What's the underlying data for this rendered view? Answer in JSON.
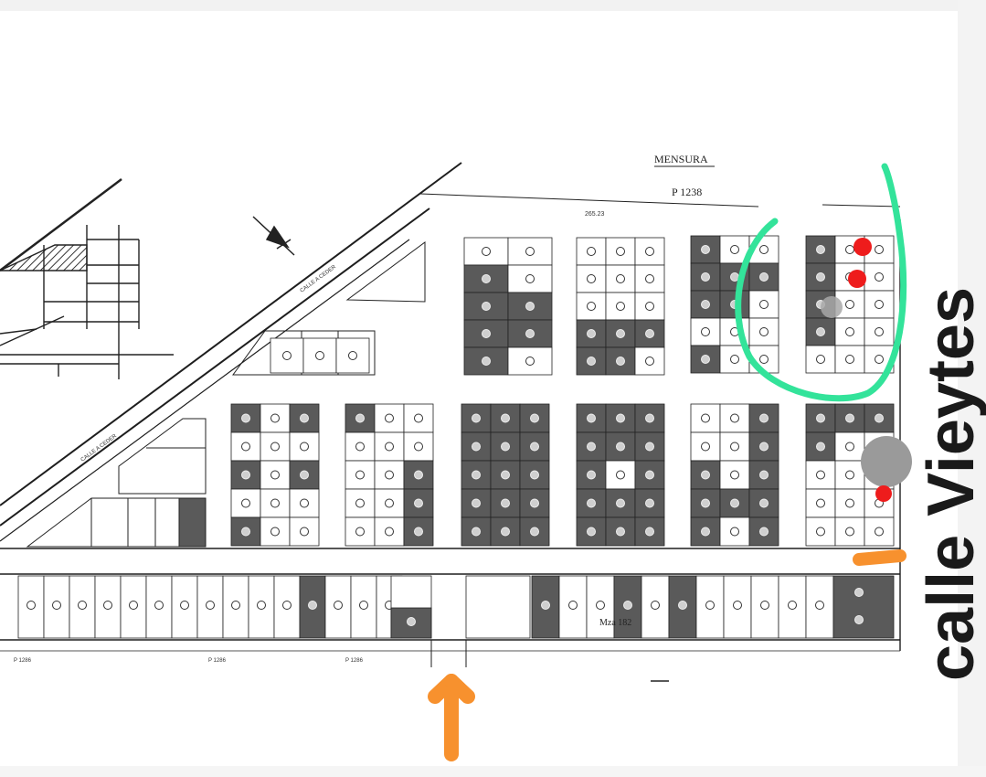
{
  "survey_title": "MENSURA",
  "parcel_top": "P 1238",
  "top_dimension": "265.23",
  "block_label": "Mza 182",
  "street_vieytes": "calle Vieytes",
  "bottom_labels": [
    "P 1286",
    "P 1286",
    "P 1286"
  ],
  "street_small": "CALLE A CEDER",
  "colors": {
    "background": "#ffffff",
    "line": "#1e1e1e",
    "lot_dark": "#5a5a5a",
    "highlight_circle": "#33e39a",
    "dot_red": "#ee1c1c",
    "dot_gray": "#9a9a9a",
    "arrow_orange": "#f7912e",
    "street_text": "#1a1a1a"
  },
  "icons": [
    "north-arrow-icon",
    "up-arrow-icon",
    "dash-marker-icon"
  ]
}
